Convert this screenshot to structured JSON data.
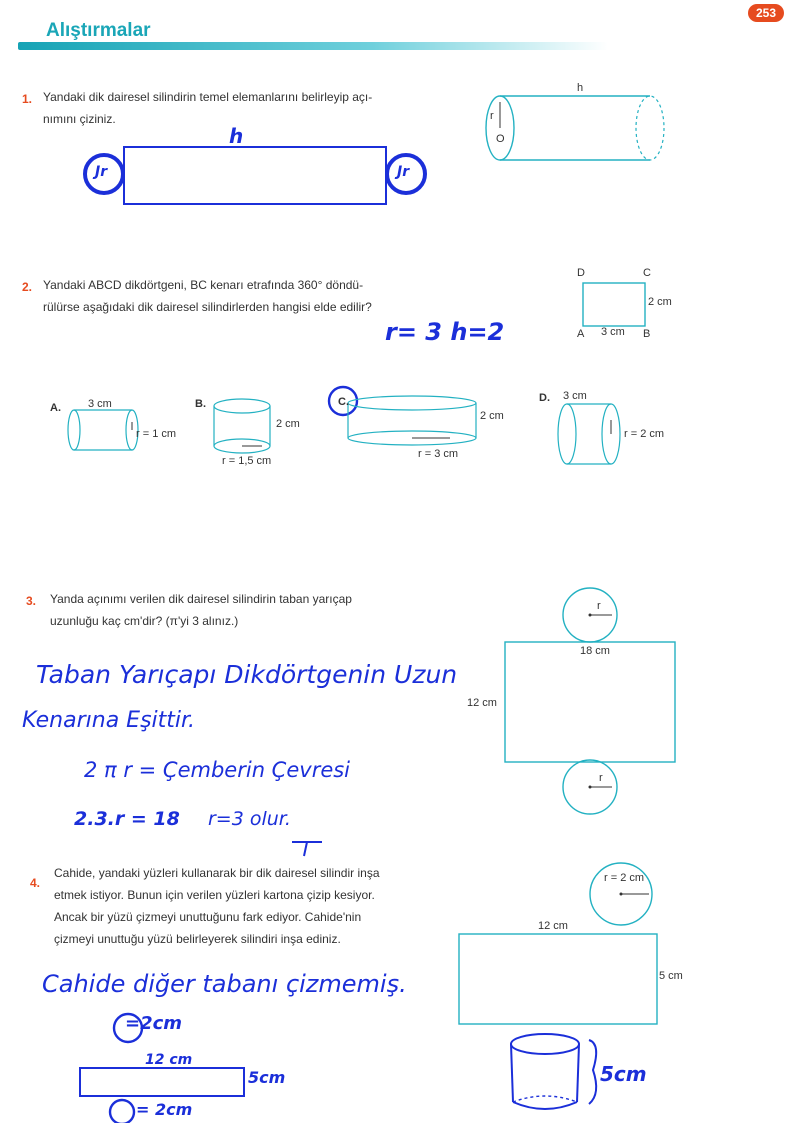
{
  "header": {
    "title": "Alıştırmalar",
    "page_number": "253"
  },
  "q1": {
    "number": "1.",
    "line1": "Yandaki dik dairesel silindirin temel elemanlarını belirleyip açı-",
    "line2": "nımını çiziniz.",
    "fig_h": "h",
    "fig_r": "r",
    "fig_o": "O",
    "hw_h": "h",
    "hw_r_left": "Jr",
    "hw_r_right": "Jr"
  },
  "q2": {
    "number": "2.",
    "line1": "Yandaki ABCD dikdörtgeni, BC kenarı etrafında 360° döndü-",
    "line2": "rülürse aşağıdaki dik dairesel silindirlerden hangisi elde edilir?",
    "rect": {
      "D": "D",
      "C": "C",
      "A": "A",
      "B": "B",
      "width": "3 cm",
      "height": "2 cm"
    },
    "hw_answer": "r= 3  h=2",
    "options": [
      {
        "letter": "A.",
        "top": "3 cm",
        "side": "r = 1 cm"
      },
      {
        "letter": "B.",
        "side": "2 cm",
        "bottom": "r = 1,5 cm"
      },
      {
        "letter": "C.",
        "side": "2 cm",
        "bottom": "r = 3 cm"
      },
      {
        "letter": "D.",
        "top": "3 cm",
        "side": "r = 2 cm"
      }
    ]
  },
  "q3": {
    "number": "3.",
    "line1": "Yanda açınımı verilen dik dairesel silindirin taban yarıçap",
    "line2": "uzunluğu kaç cm'dir? (π'yi 3 alınız.)",
    "fig_width": "18 cm",
    "fig_height": "12 cm",
    "fig_r": "r",
    "hw1": "Taban Yarıçapı Dikdörtgenin Uzun",
    "hw2": "Kenarına Eşittir.",
    "hw3": "2 π r = Çemberin Çevresi",
    "hw4a": "2.3.r = 18",
    "hw4b": "r=3  olur."
  },
  "q4": {
    "number": "4.",
    "line1": "Cahide, yandaki yüzleri kullanarak bir dik dairesel silindir inşa",
    "line2": "etmek istiyor. Bunun için verilen yüzleri kartona çizip kesiyor.",
    "line3": "Ancak bir yüzü çizmeyi unuttuğunu fark ediyor. Cahide'nin",
    "line4": "çizmeyi unuttuğu yüzü belirleyerek silindiri inşa ediniz.",
    "fig_r": "r = 2 cm",
    "fig_width": "12 cm",
    "fig_height": "5 cm",
    "hw1": "Cahide diğer tabanı çizmemiş.",
    "hw_r1": "=2cm",
    "hw_w": "12 cm",
    "hw_h": "5cm",
    "hw_r2": "= 2cm",
    "hw_cyl_h": "5cm"
  }
}
